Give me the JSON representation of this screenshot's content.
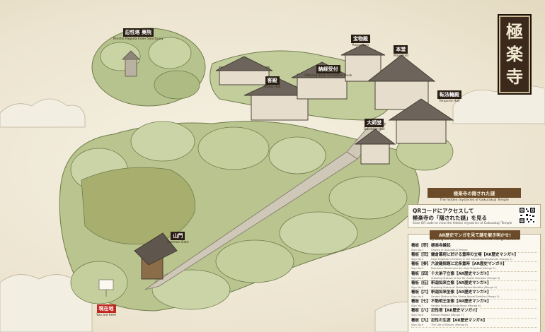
{
  "map": {
    "title_chars": [
      "極",
      "楽",
      "寺"
    ],
    "colors": {
      "ground": "#ece4cf",
      "tree_light": "#c3cd9c",
      "tree_dark": "#8c9a66",
      "roof": "#6d655b",
      "wall": "#e7ddcc",
      "path": "#bdb6a8",
      "cloud": "#f3eee2",
      "plaque": "#3b2a1c",
      "label_bg": "#2a1e14",
      "here_marker": "#c0271f",
      "panel_tab": "#6b4b2a"
    }
  },
  "labels": {
    "pagoda": {
      "jp": "忍性塔 奥院",
      "en": "Ninsho Pagoda Inner Sanctuary"
    },
    "treasury": {
      "jp": "宝物殿",
      "en": "Repository"
    },
    "main_hall": {
      "jp": "本堂",
      "en": "Main Hall"
    },
    "reception": {
      "jp": "納経受付",
      "en": "Offering Book Reception Desk"
    },
    "guest_hall": {
      "jp": "客殿",
      "en": "Guest Hall"
    },
    "tenporin": {
      "jp": "転法輪殿",
      "en": "Tenporin Hall"
    },
    "daishi": {
      "jp": "大師堂",
      "en": "Daishido Hall"
    },
    "sanmon": {
      "jp": "山門",
      "en": "Sanmon Gate"
    },
    "here": {
      "jp": "現在地",
      "en": "You are here"
    }
  },
  "panel": {
    "tab": "極楽寺の隠された謎",
    "tab_sub": "The hidden mysteries of Gokurakuji Temple",
    "qr_heading_1": "QRコードにアクセスして",
    "qr_heading_2": "極楽寺の「隠された謎」を見る",
    "qr_sub": "Scan QR code to view the hidden mysteries of Gokurakuji Temple",
    "ar_tab": "AR歴史マンガを見て謎を解き明かせ!",
    "ar_sub": "Try using the AR feature to read historical manga cartoons"
  },
  "ar_items": [
    {
      "sign": "看板【壱】",
      "sign_en": "Sign No.1",
      "title": "極楽寺縁起",
      "title_en": "Origins of Gokurakuji Temple"
    },
    {
      "sign": "看板【弐】",
      "sign_en": "Sign No.2",
      "title": "鎌倉幕府に於ける重時の立場【AR歴史マンガ①】",
      "title_en": "Hojo Shigetoki's Position in the Kamakura Shogunate (Manga 1)"
    },
    {
      "sign": "看板【参】",
      "sign_en": "Sign No.3",
      "title": "六波羅探題と北条重時【AR歴史マンガ②】",
      "title_en": "Rokuhara Tandai and the Hojo Shigetoki (Manga 2)"
    },
    {
      "sign": "看板【四】",
      "sign_en": "Sign No.4",
      "title": "十大弟子立像【AR歴史マンガ③】",
      "title_en": "Standing Statues of the Ten Great Disciples (Manga 3)"
    },
    {
      "sign": "看板【伍】",
      "sign_en": "Sign No.5",
      "title": "釈迦如来立像【AR歴史マンガ④】",
      "title_en": "Standing Statue of Shaka Nyorai Buddha (Manga 4)"
    },
    {
      "sign": "看板【六】",
      "sign_en": "Sign No.6",
      "title": "釈迦如来坐像【AR歴史マンガ⑤】",
      "title_en": "Seated Statue of the Shaka Nyorai Buddha (Manga 5)"
    },
    {
      "sign": "看板【七】",
      "sign_en": "Sign No.7",
      "title": "不動明王坐像【AR歴史マンガ⑥】",
      "title_en": "Seated Statue of Fudo Myoo (Manga 6)"
    },
    {
      "sign": "看板【八】",
      "sign_en": "Sign No.8",
      "title": "忍性塔【AR歴史マンガ⑦】",
      "title_en": "Ninsho Pagoda (Manga 7)"
    },
    {
      "sign": "看板【九】",
      "sign_en": "Sign No.9",
      "title": "忍性の生涯【AR歴史マンガ⑧】",
      "title_en": "The Life of Ninsho (Manga 8)"
    }
  ]
}
